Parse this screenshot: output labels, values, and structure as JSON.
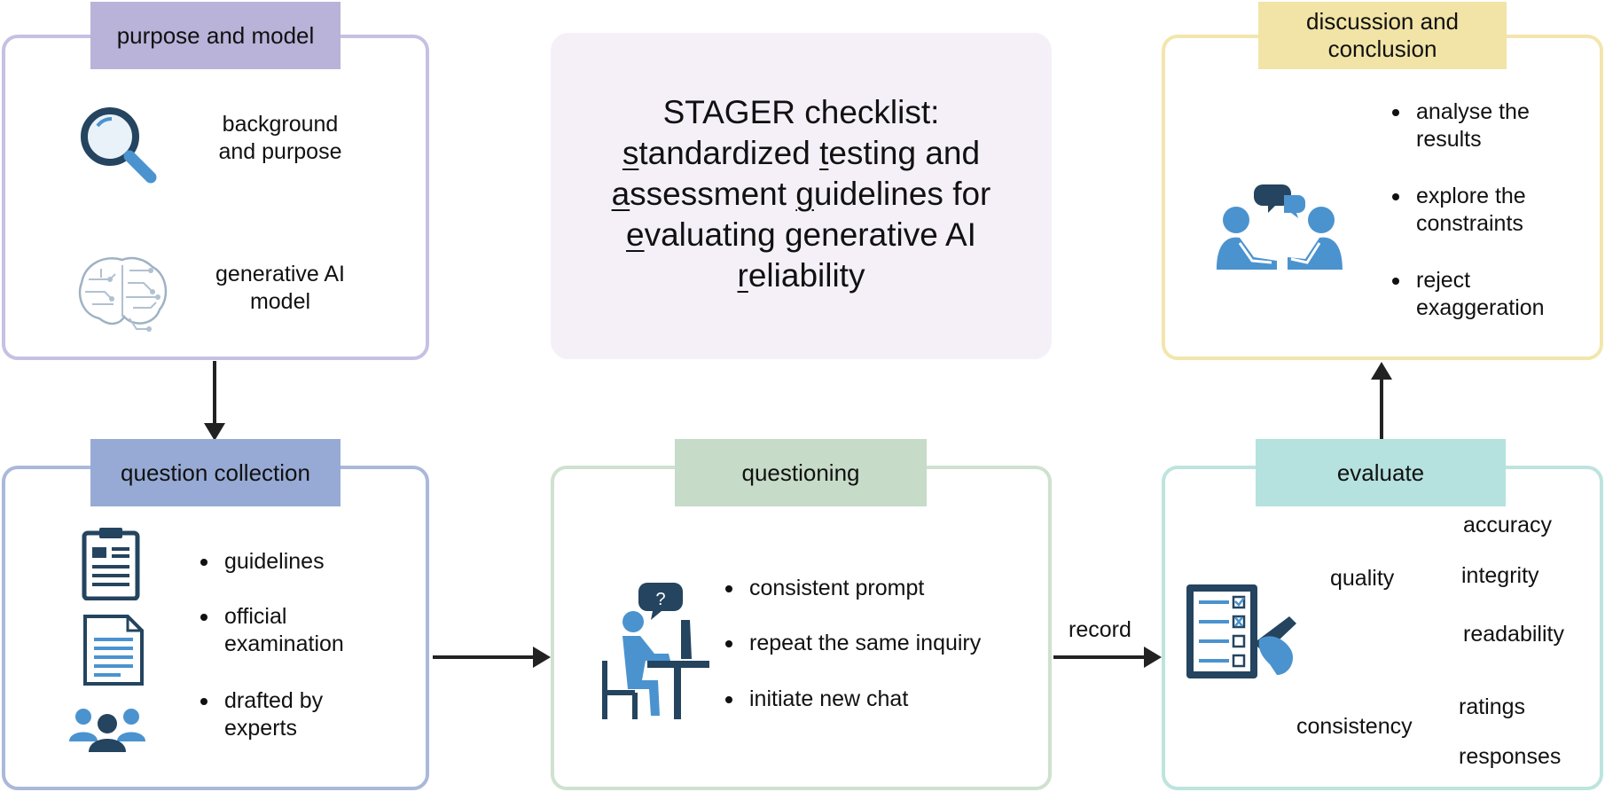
{
  "title": {
    "line1": "STAGER checklist:",
    "s": "s",
    "tandardized": "tandardized ",
    "t": "t",
    "esting_and": "esting and",
    "a": "a",
    "ssessment": "ssessment ",
    "g": "g",
    "uidelines_for": "uidelines for",
    "e": "e",
    "valuating": "valuating generative AI",
    "r": "r",
    "eliability": "eliability"
  },
  "purpose": {
    "label": "purpose and model",
    "step1": "background and purpose",
    "step2": "generative AI model",
    "icons": [
      "magnifier-icon",
      "brain-circuit-icon"
    ]
  },
  "question_collection": {
    "label": "question collection",
    "items": [
      "guidelines",
      "official examination",
      "drafted by experts"
    ],
    "icons": [
      "clipboard-icon",
      "document-icon",
      "people-group-icon"
    ]
  },
  "questioning": {
    "label": "questioning",
    "items": [
      "consistent prompt",
      "repeat the same inquiry",
      "initiate new chat"
    ],
    "icons": [
      "person-at-computer-icon"
    ]
  },
  "record_label": "record",
  "evaluate": {
    "label": "evaluate",
    "quality": "quality",
    "quality_items": [
      "accuracy",
      "integrity",
      "readability"
    ],
    "consistency": "consistency",
    "consistency_items": [
      "ratings",
      "responses"
    ],
    "icons": [
      "checklist-pen-icon"
    ]
  },
  "discussion": {
    "label": "discussion and conclusion",
    "items": [
      "analyse the results",
      "explore the constraints",
      "reject exaggeration"
    ],
    "icons": [
      "two-people-talking-icon"
    ]
  },
  "colors": {
    "purpose": "#b9b2d9",
    "purpose_border": "#c5c1e3",
    "collection": "#97aad5",
    "collection_border": "#aab8da",
    "questioning": "#c6dbc8",
    "questioning_border": "#cfe1cf",
    "evaluate": "#b5e2de",
    "evaluate_border": "#bde4df",
    "discussion": "#f1e4a6",
    "discussion_border": "#f3e6ad",
    "title_bg": "#f5f0f8",
    "icon_blue": "#4b93cf",
    "icon_dark": "#24445f"
  }
}
